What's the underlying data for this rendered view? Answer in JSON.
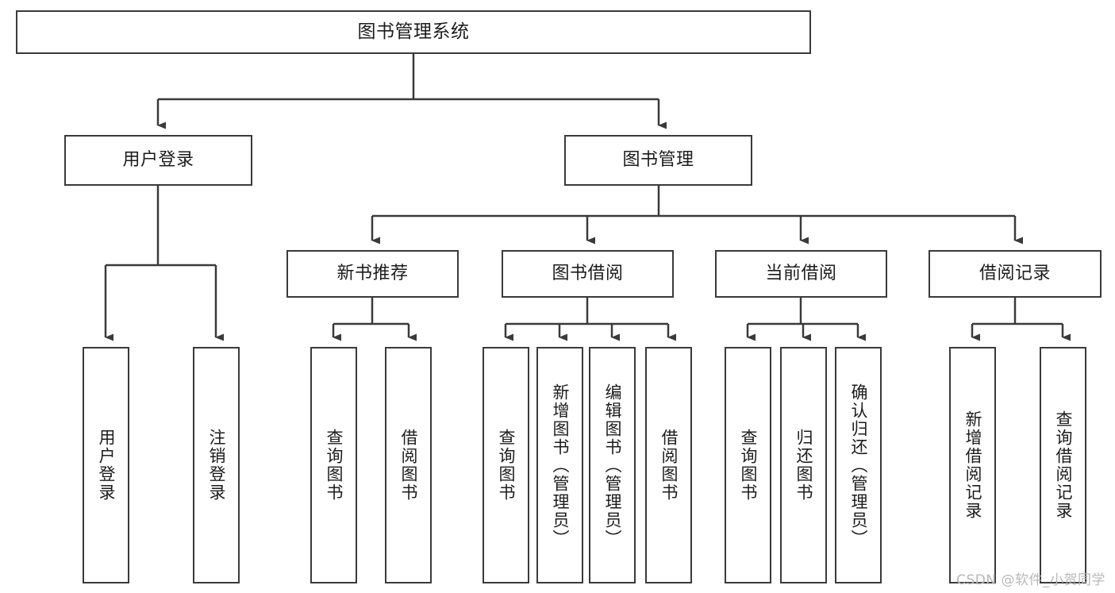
{
  "diagram": {
    "title": "图书管理系统",
    "type": "tree",
    "orientation": "top-down",
    "colors": {
      "box_border": "#3a3a3a",
      "box_fill": "#ffffff",
      "connector": "#3a3a3a",
      "text": "#1c1c1c",
      "watermark": "#b8b8b8",
      "background": "#ffffff"
    },
    "nodes": {
      "root": {
        "label": "图书管理系统",
        "level": 1
      },
      "level2": [
        {
          "id": "user-login",
          "label": "用户登录"
        },
        {
          "id": "book-management",
          "label": "图书管理"
        }
      ],
      "level3": [
        {
          "id": "new-book-recommend",
          "label": "新书推荐",
          "parent": "book-management"
        },
        {
          "id": "book-borrow",
          "label": "图书借阅",
          "parent": "book-management"
        },
        {
          "id": "current-borrow",
          "label": "当前借阅",
          "parent": "book-management"
        },
        {
          "id": "borrow-record",
          "label": "借阅记录",
          "parent": "book-management"
        }
      ],
      "leaves": [
        {
          "id": "leaf-user-login",
          "label": "用户登录",
          "parent": "user-login"
        },
        {
          "id": "leaf-logout-login",
          "label": "注销登录",
          "parent": "user-login"
        },
        {
          "id": "leaf-query-book-1",
          "label": "查询图书",
          "parent": "new-book-recommend"
        },
        {
          "id": "leaf-borrow-book-1",
          "label": "借阅图书",
          "parent": "new-book-recommend"
        },
        {
          "id": "leaf-query-book-2",
          "label": "查询图书",
          "parent": "book-borrow"
        },
        {
          "id": "leaf-add-book",
          "label": "新增图书（管理员）",
          "parent": "book-borrow"
        },
        {
          "id": "leaf-edit-book",
          "label": "编辑图书（管理员）",
          "parent": "book-borrow"
        },
        {
          "id": "leaf-borrow-book-2",
          "label": "借阅图书",
          "parent": "book-borrow"
        },
        {
          "id": "leaf-query-book-3",
          "label": "查询图书",
          "parent": "current-borrow"
        },
        {
          "id": "leaf-return-book",
          "label": "归还图书",
          "parent": "current-borrow"
        },
        {
          "id": "leaf-confirm-return",
          "label": "确认归还（管理员）",
          "parent": "current-borrow"
        },
        {
          "id": "leaf-add-borrow-record",
          "label": "新增借阅记录",
          "parent": "borrow-record"
        },
        {
          "id": "leaf-query-borrow-record",
          "label": "查询借阅记录",
          "parent": "borrow-record"
        }
      ]
    },
    "watermark": "CSDN @软件_小贺同学"
  }
}
